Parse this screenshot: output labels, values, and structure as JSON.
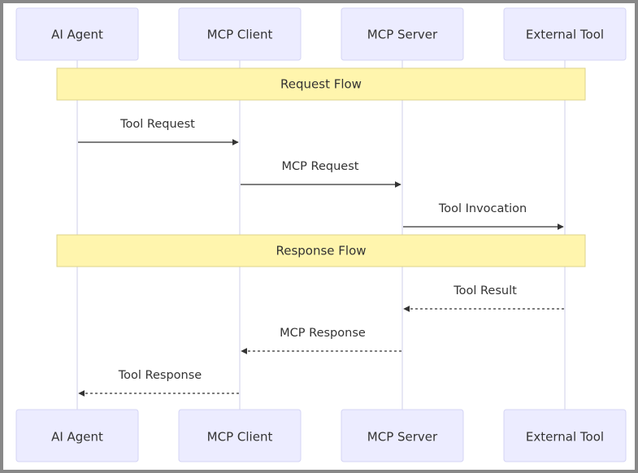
{
  "participants": [
    {
      "label": "AI Agent"
    },
    {
      "label": "MCP Client"
    },
    {
      "label": "MCP Server"
    },
    {
      "label": "External Tool"
    }
  ],
  "notes": [
    {
      "label": "Request Flow"
    },
    {
      "label": "Response Flow"
    }
  ],
  "messages": [
    {
      "label": "Tool Request",
      "from": 0,
      "to": 1,
      "style": "solid"
    },
    {
      "label": "MCP Request",
      "from": 1,
      "to": 2,
      "style": "solid"
    },
    {
      "label": "Tool Invocation",
      "from": 2,
      "to": 3,
      "style": "solid"
    },
    {
      "label": "Tool Result",
      "from": 3,
      "to": 2,
      "style": "dashed"
    },
    {
      "label": "MCP Response",
      "from": 2,
      "to": 1,
      "style": "dashed"
    },
    {
      "label": "Tool Response",
      "from": 1,
      "to": 0,
      "style": "dashed"
    }
  ]
}
